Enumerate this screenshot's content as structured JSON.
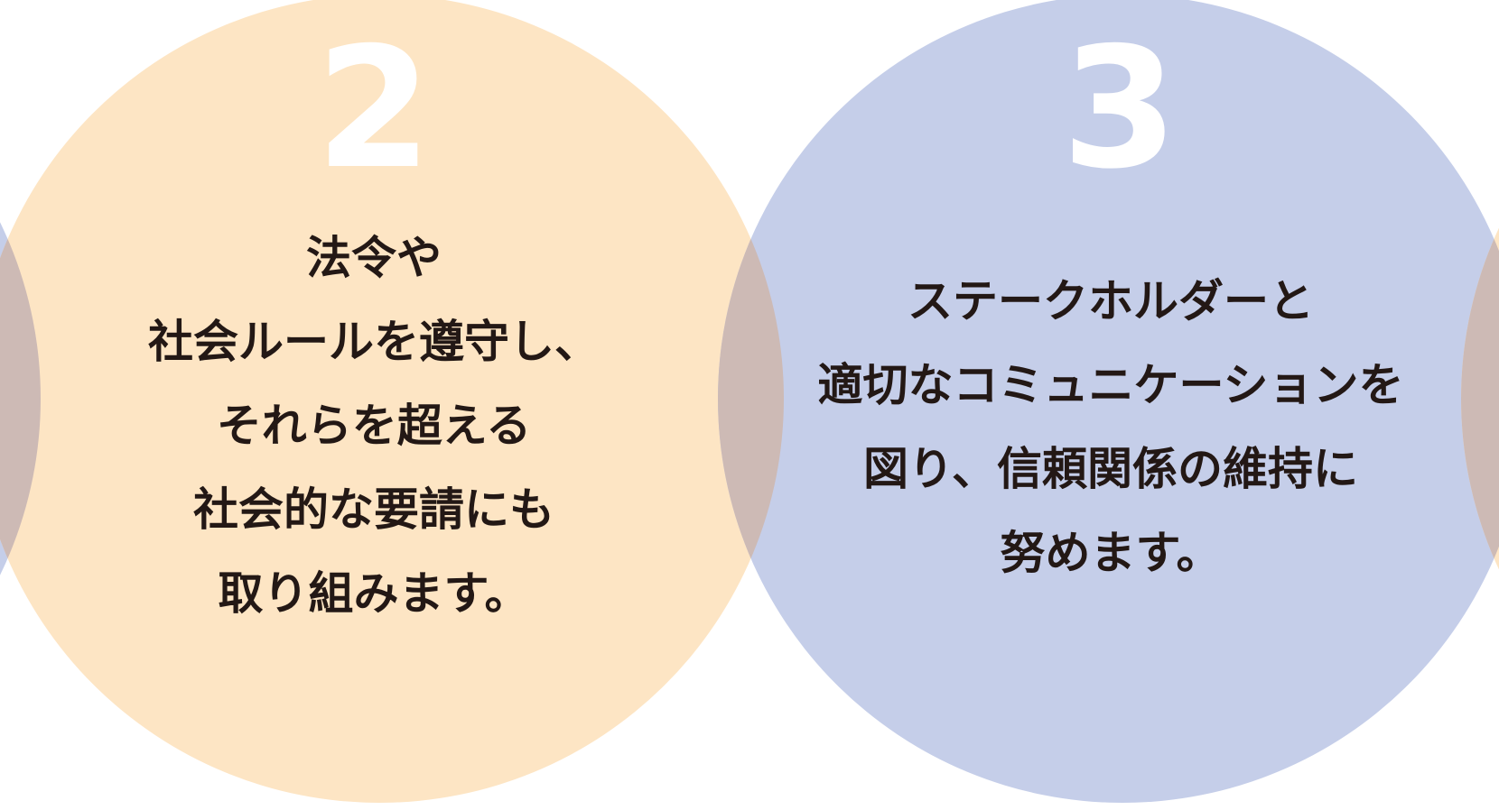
{
  "colors": {
    "circle_2_fill": "#fde5c4",
    "circle_3_fill": "#c5cee9",
    "overlap_fill": "#cdbab5",
    "number_color": "#ffffff",
    "text_color": "#231815"
  },
  "items": [
    {
      "number": "2",
      "lines": [
        "法令や",
        "社会ルールを遵守し、",
        "それらを超える",
        "社会的な要請にも",
        "取り組みます。"
      ]
    },
    {
      "number": "3",
      "lines": [
        "ステークホルダーと",
        "適切なコミュニケーションを",
        "図り、信頼関係の維持に",
        "努めます。"
      ]
    }
  ]
}
